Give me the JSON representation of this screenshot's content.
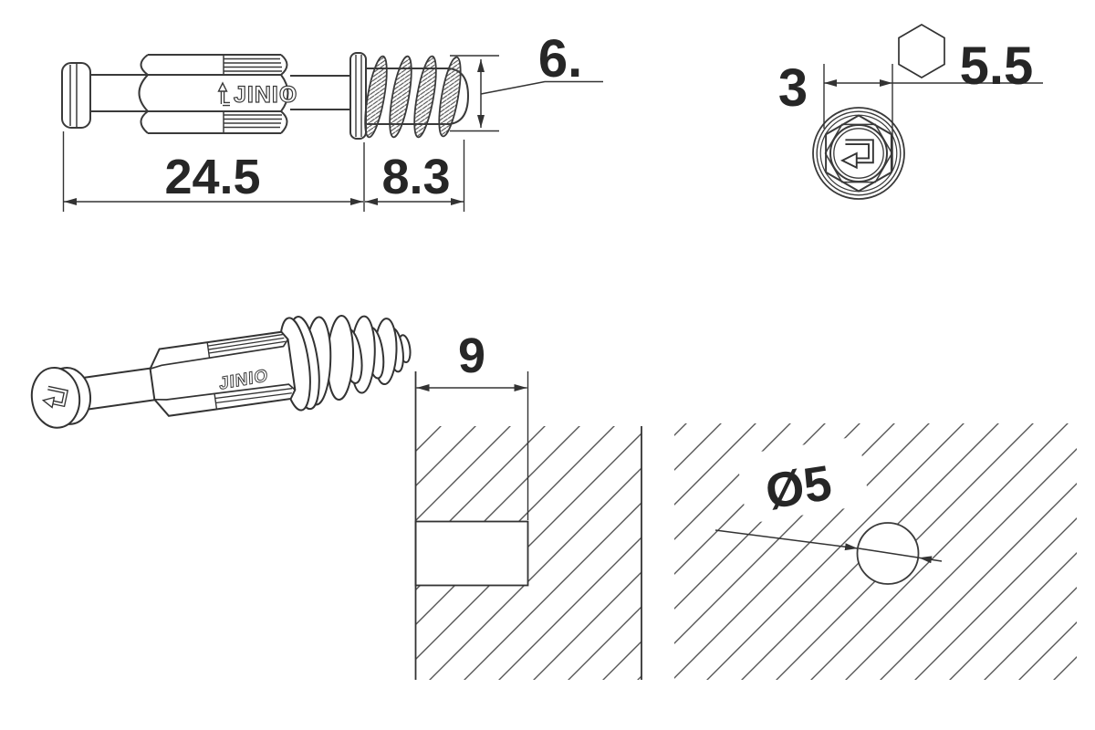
{
  "drawing": {
    "brand": "JINIO",
    "side_view": {
      "body_length": "24.5",
      "thread_length": "8.3",
      "thread_diameter": "6.",
      "brand_label": "JINIO"
    },
    "end_view": {
      "eccentric_offset": "3",
      "hex_key_size": "5.5"
    },
    "iso_view": {
      "brand_label": "JINIO"
    },
    "depth_section": {
      "drilling_depth": "9"
    },
    "hole_section": {
      "hole_diameter": "Ø5"
    },
    "icons": {
      "rotation_arrow": "squared-spiral-rotation-arrow",
      "hex_key": "hexagon-outline"
    },
    "colors": {
      "background": "#ffffff",
      "outline": "#3a3a3a",
      "dimension": "#333333",
      "hatch": "#555555",
      "text": "#262626"
    }
  }
}
